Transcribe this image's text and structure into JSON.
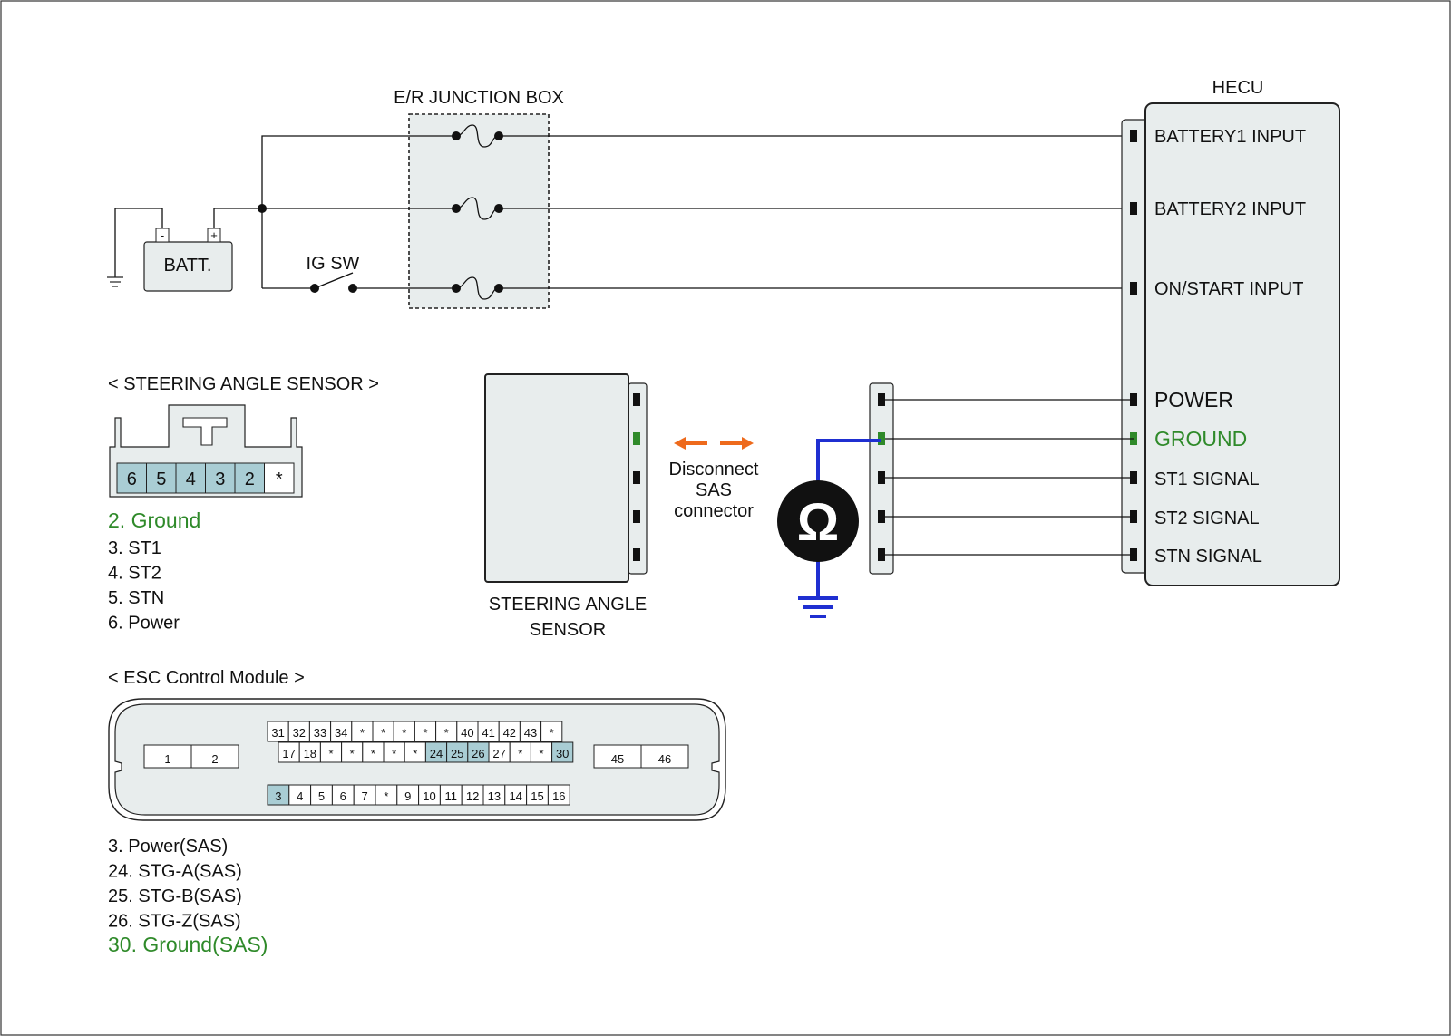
{
  "colors": {
    "box_fill": "#e8eded",
    "pin_highlight": "#a9cdd4",
    "ground_green": "#2f8a2a",
    "meter_wire_blue": "#1f2fd1",
    "arrow_orange": "#ee6a1c",
    "meter_fill": "#111111"
  },
  "top_circuit": {
    "junction_box_label": "E/R JUNCTION BOX",
    "battery_label": "BATT.",
    "battery_minus": "-",
    "battery_plus": "+",
    "ig_switch_label": "IG SW"
  },
  "hecu": {
    "title": "HECU",
    "inputs": [
      "BATTERY1 INPUT",
      "BATTERY2 INPUT",
      "ON/START INPUT"
    ],
    "signals": [
      "POWER",
      "GROUND",
      "ST1 SIGNAL",
      "ST2 SIGNAL",
      "STN SIGNAL"
    ],
    "highlighted_signal": "GROUND"
  },
  "sas_connector": {
    "title": "< STEERING ANGLE SENSOR >",
    "pins": [
      "6",
      "5",
      "4",
      "3",
      "2",
      "*"
    ],
    "highlighted_pins": [
      "6",
      "5",
      "4",
      "3",
      "2"
    ],
    "legend": [
      {
        "text": "2. Ground",
        "highlight": true
      },
      {
        "text": "3. ST1",
        "highlight": false
      },
      {
        "text": "4. ST2",
        "highlight": false
      },
      {
        "text": "5. STN",
        "highlight": false
      },
      {
        "text": "6. Power",
        "highlight": false
      }
    ]
  },
  "sensor_block": {
    "label_line1": "STEERING ANGLE",
    "label_line2": "SENSOR"
  },
  "disconnect_note": {
    "line1": "Disconnect",
    "line2": "SAS",
    "line3": "connector"
  },
  "ohmmeter": {
    "symbol": "Ω"
  },
  "esc_module": {
    "title": "< ESC Control Module >",
    "left_pins": [
      "1",
      "2"
    ],
    "right_pins": [
      "45",
      "46"
    ],
    "row_top": [
      "31",
      "32",
      "33",
      "34",
      "*",
      "*",
      "*",
      "*",
      "*",
      "40",
      "41",
      "42",
      "43",
      "*"
    ],
    "row_mid": [
      "17",
      "18",
      "*",
      "*",
      "*",
      "*",
      "*",
      "24",
      "25",
      "26",
      "27",
      "*",
      "*",
      "30"
    ],
    "row_bottom": [
      "3",
      "4",
      "5",
      "6",
      "7",
      "*",
      "9",
      "10",
      "11",
      "12",
      "13",
      "14",
      "15",
      "16"
    ],
    "highlighted_pins": [
      "3",
      "24",
      "25",
      "26",
      "30"
    ],
    "legend": [
      {
        "text": "3. Power(SAS)",
        "highlight": false
      },
      {
        "text": "24. STG-A(SAS)",
        "highlight": false
      },
      {
        "text": "25. STG-B(SAS)",
        "highlight": false
      },
      {
        "text": "26. STG-Z(SAS)",
        "highlight": false
      },
      {
        "text": "30. Ground(SAS)",
        "highlight": true
      }
    ]
  }
}
